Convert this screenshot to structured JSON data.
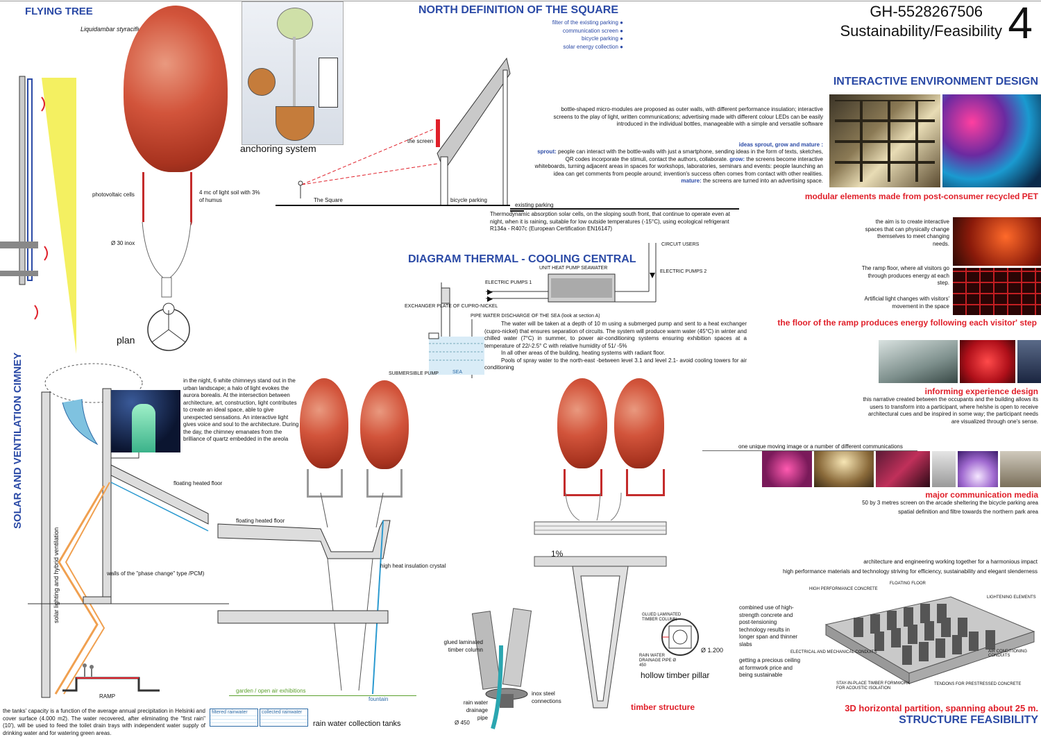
{
  "header": {
    "code": "GH-5528267506",
    "subtitle": "Sustainability/Feasibility",
    "sheet_number": "4"
  },
  "flying_tree": {
    "title": "FLYING TREE",
    "species": "Liquidambar styraciflua",
    "photovoltaic": "photovoltaic cells",
    "soil": "4 mc of light soil with 3% of humus",
    "inox": "Ø 30  inox",
    "plan": "plan",
    "anchoring": "anchoring system"
  },
  "north": {
    "title": "NORTH DEFINITION OF THE SQUARE",
    "items": [
      "filter of the existing parking",
      "communication screen",
      "bicycle parking",
      "solar energy collection"
    ],
    "screen": "the screen",
    "square": "The Square",
    "bicycle": "bicycle parking",
    "parking": "existing parking",
    "thermo_text": "Thermodynamic absorption solar cells, on the sloping south front, that continue to operate even at night, when it is raining, suitable for low outside temperatures (-15°C), using ecological refrigerant R134a - R407c (European Certification EN16147)"
  },
  "diagram": {
    "title": "DIAGRAM THERMAL - COOLING CENTRAL",
    "circuit_users": "CIRCUIT USERS",
    "heat_pump": "UNIT HEAT PUMP SEAWATER",
    "pumps1": "ELECTRIC PUMPS 1",
    "pumps2": "ELECTRIC PUMPS 2",
    "exchanger": "EXCHANGER PLATE OF CUPRO-NICKEL",
    "discharge": "PIPE WATER DISCHARGE OF THE SEA  (look at section A)",
    "submersible": "SUBMERSIBLE PUMP",
    "sea": "SEA",
    "text": "The water will be taken at a depth of 10 m using a submerged pump and sent to a heat exchanger (cupro-nickel) that ensures separation of circuits. The system will produce warm water (45°C) in winter and chilled water (7°C) in summer, to power air-conditioning systems ensuring exhibition spaces at a temperature of 22/-2.5° C with relative humidity of 51/ -5%",
    "text2": "In all other areas of the building, heating systems with radiant floor.",
    "text3": "Pools of spray water to the north-east -between level 3.1 and level 2.1- avoid cooling towers for air conditioning"
  },
  "chimney": {
    "title": "SOLAR AND VENTILATION CIMNEY",
    "text": "in the night, 6 white chimneys stand out in the urban landscape; a halo of light evokes the aurora borealis. At the intersection between architecture, art, construction, light contributes to create an ideal space, able to give unexpected sensations. An interactive light gives voice and soul to the architecture. During the day, the chimney emanates from the brilliance of quartz embedded in the areola",
    "floor": "floating heated floor",
    "vertical": "solar lighting and hybrid ventilation",
    "pcm": "walls of the \"phase change\" type /PCM)",
    "ramp": "RAMP",
    "tanks": "the tanks' capacity is a function of the average annual precipitation in Helsinki and cover surface (4.000 m2). The water recovered, after eliminating the \"first rain\" (10'), will be used to feed the toilet drain trays with independent water supply of drinking water and for watering green areas."
  },
  "rain": {
    "floor": "floating heated floor",
    "crystal": "high heat insulation crystal",
    "garden": "garden / open air exhibitions",
    "fountain": "fountain",
    "filtered": "filtered rainwater",
    "collected": "collected rainwater",
    "tanks": "rain water collection tanks"
  },
  "timber": {
    "glued": "glued laminated timber column",
    "drainage": "rain water drainage pipe",
    "d450": "Ø 450",
    "inox": "inox steel connections",
    "slope": "1%",
    "hollow": "hollow timber pillar",
    "d1200": "Ø 1.200",
    "glued_sm": "GLUED LAMINATED TIMBER COLUMN",
    "drain_sm": "RAIN WATER DRAINAGE PIPE Ø 450",
    "structure": "timber structure"
  },
  "interactive": {
    "title": "INTERACTIVE ENVIRONMENT DESIGN",
    "intro": "bottle-shaped micro-modules are proposed as outer walls, with different performance insulation; interactive screens to the play of light, written communications; advertising made with different colour LEDs can be easily introduced in the individual bottles, manageable with a simple and versatile software",
    "ideas": "ideas sprout, grow and mature :",
    "sprout_k": "sprout:",
    "sprout": "people can interact with the bottle-walls with just a smartphone, sending ideas in the form of texts, sketches, QR codes incorporate the stimuli, contact the authors, collaborate.",
    "grow_k": "grow:",
    "grow": "the screens become interactive whiteboards, turning adjacent areas in spaces for workshops, laboratories, seminars and events: people launching an idea can get comments from people around; invention's success often comes from contact with other realities.",
    "mature_k": "mature:",
    "mature": "the screens are turned into an advertising space.",
    "pet": "modular elements made from post-consumer recycled PET",
    "aim": "the aim is to create interactive spaces that can physically change themselves to meet changing needs.",
    "ramp": "The ramp floor, where all visitors go through produces energy at each step.",
    "light": "Artificial light changes with visitors' movement in the space",
    "floor_red": "the floor of the ramp produces energy following each visitor' step",
    "informing": "informing experience design",
    "informing_text": "this narrative created between the occupants and the building allows its users to transform into a participant, where he/she is open to receive architectural cues and be inspired in some way; the participant needs are visualized through one's sense.",
    "unique": "one unique moving image or a number of different communications",
    "media": "major communication media",
    "media1": "50 by 3 metres screen on the arcade sheltering the bicycle parking area",
    "media2": "spatial definition and filtre towards the northern park area"
  },
  "structure": {
    "arch": "architecture and engineering working together  for a harmonious impact",
    "perf": "high performance materials and technology striving for efficiency, sustainability and elegant slenderness",
    "combined": "combined use of high-strength concrete and post-tensioning technology results in longer span and thinner slabs",
    "ceiling": "getting a precious ceiling at formwork price and being sustainable",
    "hpc": "HIGH PERFORMANCE CONCRETE",
    "floating": "FLOATING FLOOR",
    "lightening": "LIGHTENING ELEMENTS",
    "electrical": "ELECTRICAL AND MECHANICAL CONDUITS",
    "air": "AIR CONDITIONING CONDUITS",
    "stay": "STAY-IN-PLACE TIMBER FORMWORK FOR ACOUSTIC ISOLATION",
    "tendons": "TENDONS FOR PRESTRESSED CONCRETE",
    "partition": "3D horizontal partition, spanning about 25 m.",
    "title": "STRUCTURE FEASIBILITY"
  },
  "colors": {
    "title_blue": "#2b4aa6",
    "accent_red": "#e0202a",
    "tree_red": "#c2412a"
  }
}
